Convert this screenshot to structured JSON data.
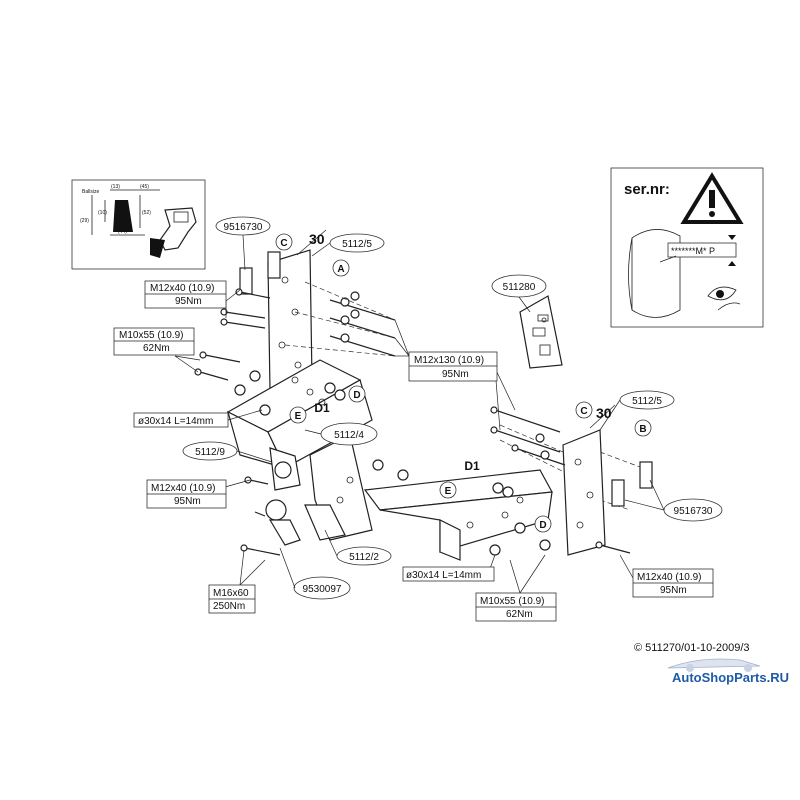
{
  "callouts": {
    "c_9516730_left": "9516730",
    "c_5112_5_left": "5112/5",
    "c_511280": "511280",
    "c_5112_5_right": "5112/5",
    "c_5112_4": "5112/4",
    "c_5112_9": "5112/9",
    "c_5112_2": "5112/2",
    "c_9530097": "9530097",
    "c_9516730_right": "9516730"
  },
  "letters": {
    "a": "A",
    "b": "B",
    "c_left": "C",
    "c_right": "C",
    "d_left": "D",
    "d_right": "D",
    "d1_left": "D1",
    "d1_right": "D1",
    "e_left": "E",
    "e_right": "E"
  },
  "angle_marks": {
    "left": "30",
    "right": "30"
  },
  "specs": {
    "m12x40_left_top": {
      "bolt": "M12x40 (10.9)",
      "torque": "95Nm"
    },
    "m10x55_left": {
      "bolt": "M10x55 (10.9)",
      "torque": "62Nm"
    },
    "washer_left": "ø30x14 L=14mm",
    "m12x130": {
      "bolt": "M12x130 (10.9)",
      "torque": "95Nm"
    },
    "m12x40_left_mid": {
      "bolt": "M12x40 (10.9)",
      "torque": "95Nm"
    },
    "m16x60": {
      "bolt": "M16x60",
      "torque": "250Nm"
    },
    "washer_bottom": "ø30x14 L=14mm",
    "m10x55_bottom": {
      "bolt": "M10x55 (10.9)",
      "torque": "62Nm"
    },
    "m12x40_right": {
      "bolt": "M12x40 (10.9)",
      "torque": "95Nm"
    }
  },
  "serial_panel": {
    "title": "ser.nr:",
    "plate_text": "*******M* P"
  },
  "inset": {
    "ballsize_label": "Ballsize",
    "dims": [
      "(13)",
      "(45)",
      "(10)",
      "(52)",
      "(44)",
      "(29)"
    ]
  },
  "footer": {
    "copyright": "© 511270/01-10-2009/3",
    "watermark": "AutoShopParts.RU"
  },
  "colors": {
    "line": "#222222",
    "watermark_blue": "#1e5aa8",
    "watermark_red": "#c8281e"
  }
}
